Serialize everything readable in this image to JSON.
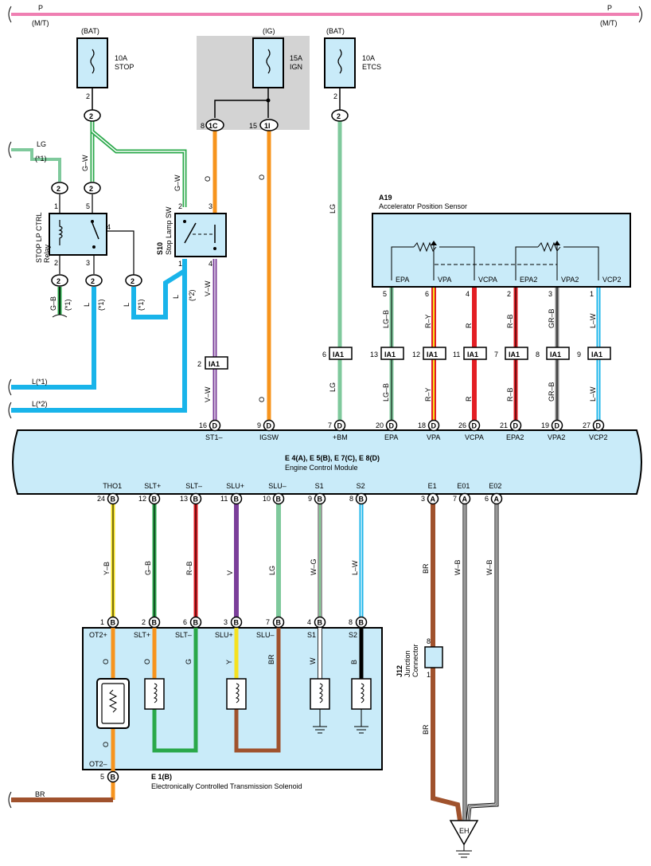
{
  "top_line": {
    "label_left": "P",
    "sub_left": "(M/T)",
    "label_right": "P",
    "sub_right": "(M/T)"
  },
  "fuses": {
    "stop": {
      "source": "(BAT)",
      "amp": "10A",
      "name": "STOP",
      "pin": "2"
    },
    "ign": {
      "source": "(IG)",
      "amp": "15A",
      "name": "IGN"
    },
    "etcs": {
      "source": "(BAT)",
      "amp": "10A",
      "name": "ETCS",
      "pin": "2"
    }
  },
  "connectors": {
    "c2": "2",
    "c1c": "1C",
    "c1i": "1I",
    "ia1": "IA1",
    "p8": "8",
    "p15": "15",
    "d": "D",
    "b": "B",
    "a": "A"
  },
  "wires": {
    "lg": "LG",
    "plus1": "(*1)",
    "plus2": "(*2)",
    "gw": "G–W",
    "gb": "G–B",
    "l": "L",
    "o": "O",
    "vw": "V–W",
    "l1": "L(*1)",
    "l2": "L(*2)",
    "br": "BR",
    "wb": "W–B"
  },
  "relay": {
    "name_line1": "STOP LP CTRL",
    "name_line2": "Relay",
    "pins": [
      "1",
      "5",
      "2",
      "3",
      "4"
    ]
  },
  "stop_sw": {
    "id": "S10",
    "name": "Stop Lamp SW",
    "pins": [
      "2",
      "3",
      "1",
      "4"
    ]
  },
  "sensor": {
    "id": "A19",
    "name": "Accelerator Position Sensor",
    "terminals": [
      {
        "label": "EPA",
        "pin": "5",
        "wire": "LG–B",
        "ia": "13",
        "ecm_pin": "20",
        "ecm_label": "EPA"
      },
      {
        "label": "VPA",
        "pin": "6",
        "wire": "R–Y",
        "ia": "12",
        "ecm_pin": "18",
        "ecm_label": "VPA"
      },
      {
        "label": "VCPA",
        "pin": "4",
        "wire": "R",
        "ia": "11",
        "ecm_pin": "26",
        "ecm_label": "VCPA"
      },
      {
        "label": "EPA2",
        "pin": "2",
        "wire": "R–B",
        "ia": "7",
        "ecm_pin": "21",
        "ecm_label": "EPA2"
      },
      {
        "label": "VPA2",
        "pin": "3",
        "wire": "GR–B",
        "ia": "8",
        "ecm_pin": "19",
        "ecm_label": "VPA2"
      },
      {
        "label": "VCP2",
        "pin": "1",
        "wire": "L–W",
        "ia": "9",
        "ecm_pin": "27",
        "ecm_label": "VCP2"
      }
    ]
  },
  "ecm": {
    "line1": "E 4(A), E 5(B), E 7(C), E 8(D)",
    "line2": "Engine Control Module",
    "top_terms": [
      {
        "label": "ST1–",
        "pin": "16"
      },
      {
        "label": "IGSW",
        "pin": "9"
      },
      {
        "label": "+BM",
        "pin": "7"
      },
      {
        "label": "EPA",
        "pin": "20"
      },
      {
        "label": "VPA",
        "pin": "18"
      },
      {
        "label": "VCPA",
        "pin": "26"
      },
      {
        "label": "EPA2",
        "pin": "21"
      },
      {
        "label": "VPA2",
        "pin": "19"
      },
      {
        "label": "VCP2",
        "pin": "27"
      }
    ],
    "bottom_terms": [
      {
        "label": "THO1",
        "pin": "24",
        "conn": "B",
        "wire": "Y–B"
      },
      {
        "label": "SLT+",
        "pin": "12",
        "conn": "B",
        "wire": "G–B"
      },
      {
        "label": "SLT–",
        "pin": "13",
        "conn": "B",
        "wire": "R–B"
      },
      {
        "label": "SLU+",
        "pin": "11",
        "conn": "B",
        "wire": "V"
      },
      {
        "label": "SLU–",
        "pin": "10",
        "conn": "B",
        "wire": "LG"
      },
      {
        "label": "S1",
        "pin": "9",
        "conn": "B",
        "wire": "W–G"
      },
      {
        "label": "S2",
        "pin": "8",
        "conn": "B",
        "wire": "L–W"
      },
      {
        "label": "E1",
        "pin": "3",
        "conn": "A",
        "wire": "BR"
      },
      {
        "label": "E01",
        "pin": "7",
        "conn": "A",
        "wire": "W–B"
      },
      {
        "label": "E02",
        "pin": "6",
        "conn": "A",
        "wire": "W–B"
      }
    ]
  },
  "solenoid": {
    "id": "E 1(B)",
    "name": "Electronically Controlled Transmission Solenoid",
    "terms": [
      {
        "label": "OT2+",
        "pin": "1",
        "wire": "O"
      },
      {
        "label": "SLT+",
        "pin": "2",
        "wire": "O"
      },
      {
        "label": "SLT–",
        "pin": "6",
        "wire": "G"
      },
      {
        "label": "SLU+",
        "pin": "3",
        "wire": "Y"
      },
      {
        "label": "SLU–",
        "pin": "7",
        "wire": "BR"
      },
      {
        "label": "S1",
        "pin": "4",
        "wire": "W"
      },
      {
        "label": "S2",
        "pin": "8",
        "wire": "B"
      }
    ],
    "bottom": {
      "label": "OT2–",
      "pin": "5",
      "wire": "O"
    }
  },
  "junction": {
    "id": "J12",
    "line1": "Junction",
    "line2": "Connector",
    "pin_top": "8",
    "pin_bottom": "1"
  },
  "ground": {
    "label": "EH"
  },
  "colors": {
    "pink": "#ef7fb2",
    "green": "#2aa84a",
    "lightgreen": "#7fc99c",
    "cyan": "#19b4ea",
    "orange": "#f7941d",
    "purple": "#7b3f9a",
    "red": "#e31e24",
    "yellow": "#f5e11f",
    "brown": "#a0522d",
    "box": "#c9ebf9",
    "gray": "#d3d3d3"
  }
}
